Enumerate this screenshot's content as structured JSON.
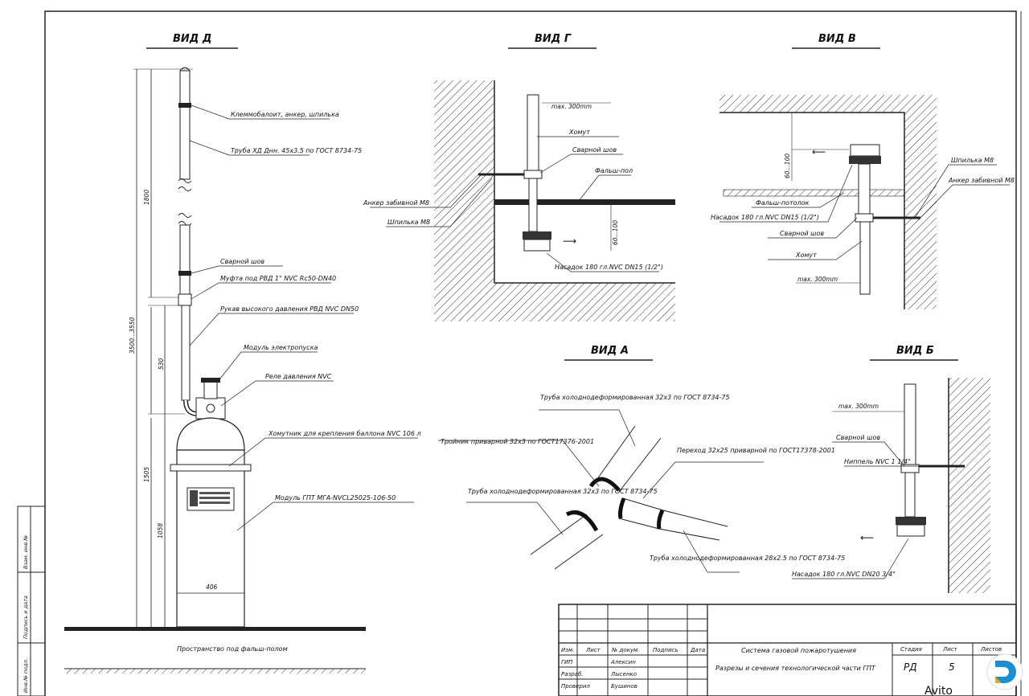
{
  "views": {
    "d": {
      "title": "ВИД Д"
    },
    "g": {
      "title": "ВИД Г"
    },
    "v": {
      "title": "ВИД В"
    },
    "a": {
      "title": "ВИД А"
    },
    "b": {
      "title": "ВИД Б"
    }
  },
  "view_d": {
    "labels": {
      "clamp": "Клеммобалоит, анкер, шпилька",
      "pipe": "Труба ХД Днн. 45х3.5 по ГОСТ 8734-75",
      "weld": "Сварной шов",
      "coupling": "Муфта под РВД 1\" NVC Rc50-DN40",
      "hose": "Рукав высокого давления РВД NVC DN50",
      "actuator": "Модуль электропуска",
      "pressure_relay": "Реле давления NVC",
      "bracket": "Хомутник для крепления баллона NVC 106 л",
      "module": "Модуль ГПТ МГА-NVCL25025-106-50",
      "floor": "Пространство под фальш-полом"
    },
    "dims": {
      "total": "3500...3550",
      "upper": "1800",
      "mid": "530",
      "lower": "1505",
      "base": "1058",
      "width": "406"
    }
  },
  "view_g": {
    "labels": {
      "max": "max. 300mm",
      "collar": "Хомут",
      "weld": "Сварной шов",
      "raised_floor": "Фальш-пол",
      "anchor": "Анкер забивной М8",
      "stud": "Шпилька М8",
      "nozzle": "Насадок 180 гл.NVC DN15 (1/2\")",
      "dim": "60...100"
    }
  },
  "view_v": {
    "labels": {
      "dim": "60...100",
      "stud": "Шпилька М8",
      "anchor": "Анкер забивной М8",
      "raised_floor": "Фальш-потолок",
      "nozzle": "Насадок 180 гл.NVC DN15 (1/2\")",
      "weld": "Сварной шов",
      "collar": "Хомут",
      "max": "max. 300mm"
    }
  },
  "view_a": {
    "labels": {
      "pipe_top": "Труба холоднодеформированная 32х3 по ГОСТ 8734-75",
      "tee": "Тройник приварной 32х3 по ГОСТ17376-2001",
      "pipe_left": "Труба холоднодеформированная 32х3 по ГОСТ 8734-75",
      "reducer": "Переход 32х25 приварной по ГОСТ17378-2001",
      "pipe_right": "Труба холоднодеформированная 28х2.5 по ГОСТ 8734-75"
    }
  },
  "view_b": {
    "labels": {
      "max": "max. 300mm",
      "weld": "Сварной шов",
      "nipple": "Ниппель NVC 1 1/4\"",
      "nozzle": "Насадок 180 гл.NVC DN20 3/4\""
    }
  },
  "title_block": {
    "headers": [
      "Изм.",
      "Лист",
      "№ докум.",
      "Подпись",
      "Дата"
    ],
    "roles": [
      "ГИП",
      "Разраб.",
      "Проверил"
    ],
    "names": [
      "Алексин",
      "Лысенко",
      "Бушинов"
    ],
    "system": "Система газовой пожаротушения",
    "sheet_title": "Разрезы и сечения технологической части ГПТ",
    "stage_label": "Стадия",
    "sheet_label": "Лист",
    "sheets_label": "Листов",
    "stage": "РД",
    "sheet_no": "5",
    "watermark": "Avito"
  },
  "side_stamp": [
    "Взам. инв.№",
    "Подпись и дата",
    "Инв.№ подл."
  ]
}
